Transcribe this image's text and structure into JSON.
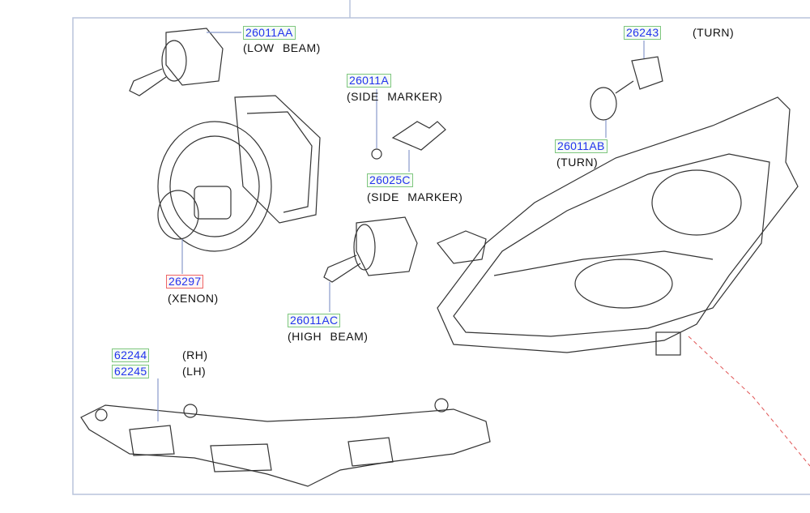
{
  "callouts": [
    {
      "part": "26011AA",
      "desc": "(LOW BEAM)"
    },
    {
      "part": "26011A",
      "desc": "(SIDE MARKER)"
    },
    {
      "part": "26243",
      "desc": "(TURN)"
    },
    {
      "part": "26011AB",
      "desc": "(TURN)"
    },
    {
      "part": "26025C",
      "desc": "(SIDE MARKER)"
    },
    {
      "part": "26297",
      "desc": "(XENON)"
    },
    {
      "part": "26011AC",
      "desc": "(HIGH BEAM)"
    },
    {
      "part": "62244",
      "desc": "(RH)"
    },
    {
      "part": "62245",
      "desc": "(LH)"
    }
  ],
  "colors": {
    "frame": "#b8c4dc",
    "part_text": "#2233ee",
    "box_green": "#7fc77f",
    "box_red": "#e66666",
    "leader_red": "#e05555"
  }
}
